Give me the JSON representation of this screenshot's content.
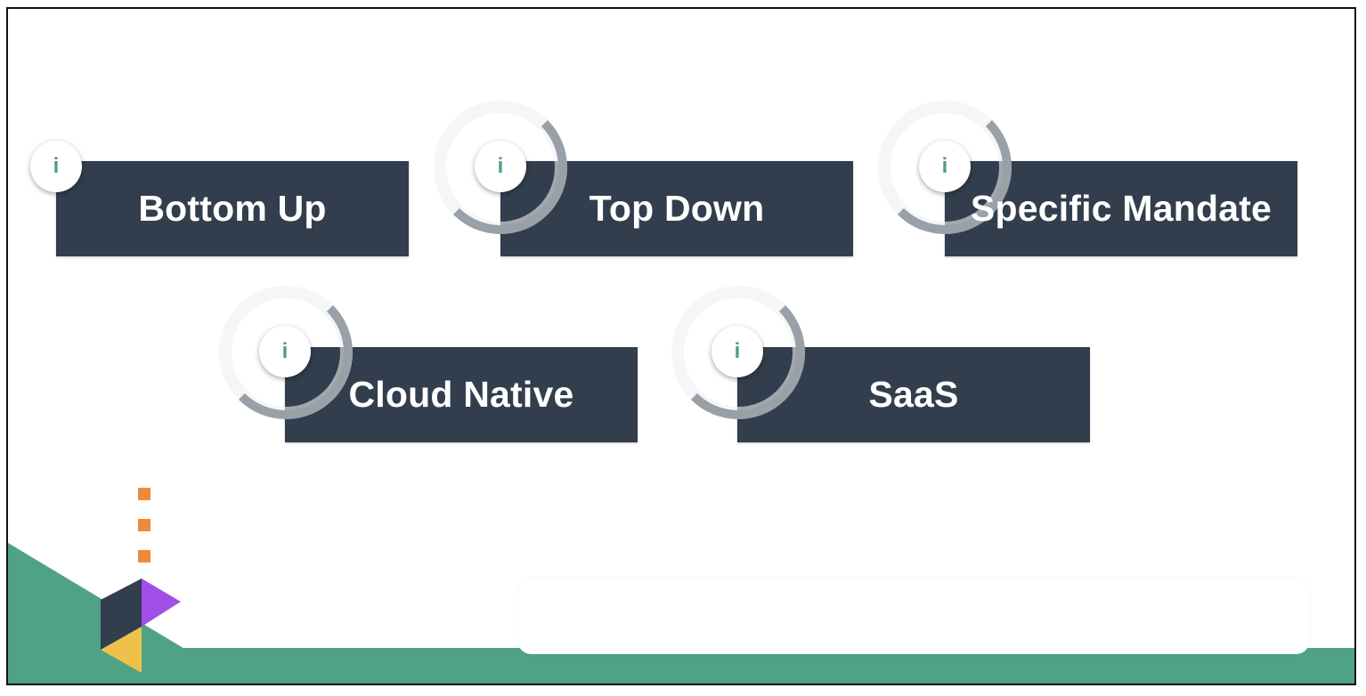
{
  "slide": {
    "cards": [
      {
        "label": "Bottom Up",
        "info_glyph": "i"
      },
      {
        "label": "Top Down",
        "info_glyph": "i"
      },
      {
        "label": "Specific Mandate",
        "info_glyph": "i"
      },
      {
        "label": "Cloud Native",
        "info_glyph": "i"
      },
      {
        "label": "SaaS",
        "info_glyph": "i"
      }
    ],
    "icons": {
      "info": "info-icon",
      "logo": "cube-triangle-logo"
    }
  },
  "colors": {
    "card_bg": "#323e4d",
    "info_text": "#4d9e80",
    "teal": "#4fa283",
    "orange": "#ee8a3a",
    "purple": "#a24ee8",
    "yellow": "#eec24a",
    "logo_dark": "#323e4d"
  }
}
